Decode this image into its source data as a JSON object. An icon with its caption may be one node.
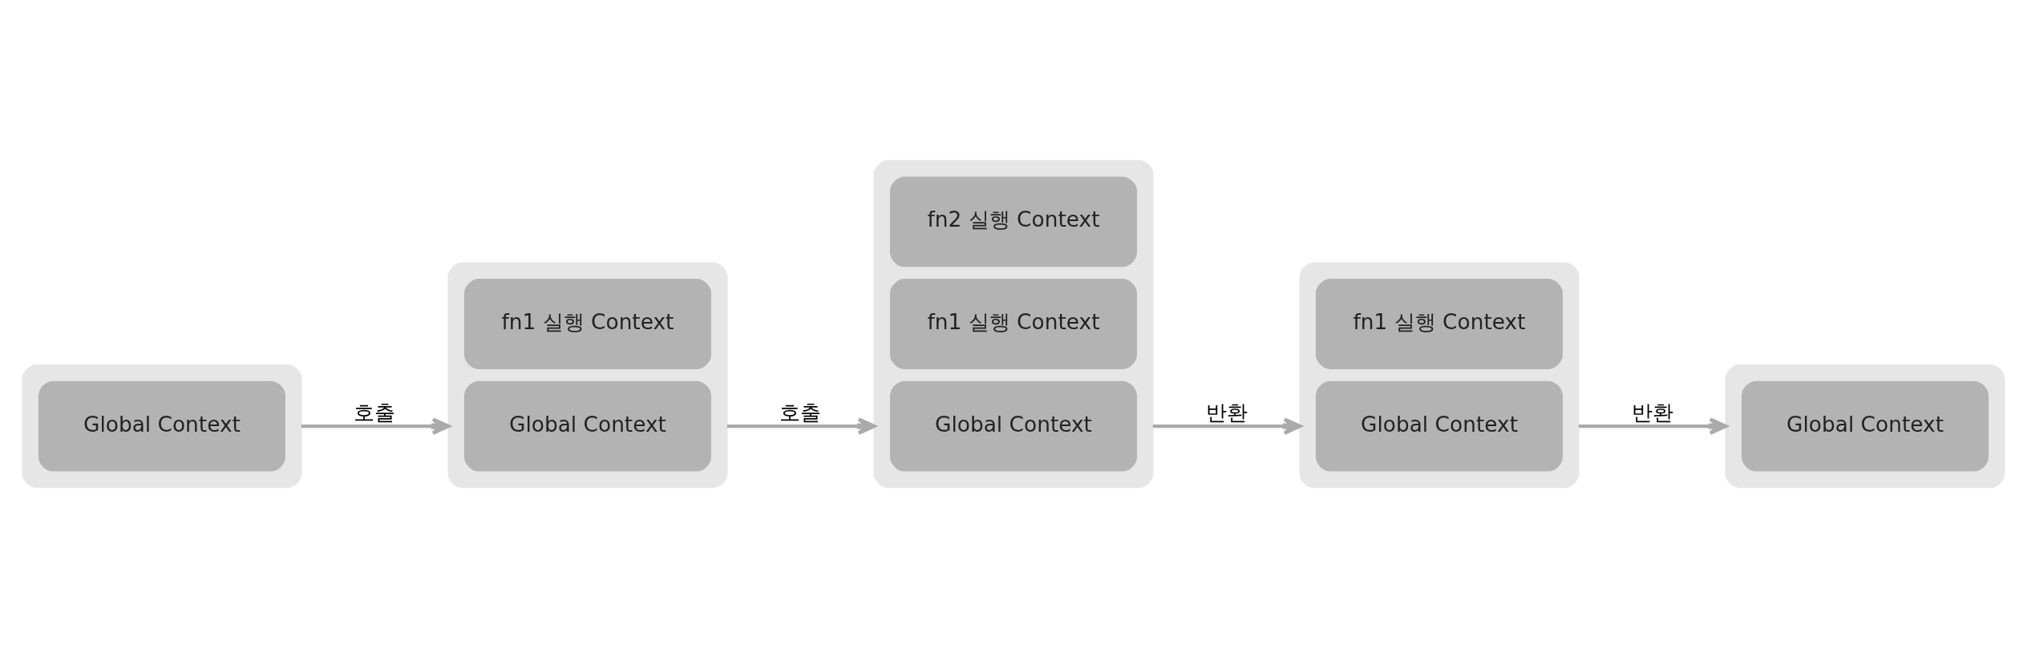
{
  "diagram": {
    "nodes": [
      {
        "text": [],
        "shape": "box"
      },
      {
        "text": [
          "Global Context"
        ],
        "in": 0
      },
      {
        "text": [],
        "shape": "box"
      },
      {
        "text": [
          "fn1 실행 Context"
        ],
        "in": 2
      },
      {
        "text": [
          "Global Context"
        ],
        "in": 2
      },
      {
        "text": [],
        "shape": "box"
      },
      {
        "text": [
          "fn2 실행 Context"
        ],
        "in": 5
      },
      {
        "text": [
          "fn1 실행 Context"
        ],
        "in": 5
      },
      {
        "text": [
          "Global Context"
        ],
        "in": 5
      },
      {
        "text": [],
        "shape": "box"
      },
      {
        "text": [
          "fn1 실행 Context"
        ],
        "in": 9
      },
      {
        "text": [
          "Global Context"
        ],
        "in": 9
      },
      {
        "text": [],
        "shape": "box"
      },
      {
        "text": [
          "Global Context"
        ],
        "in": 12
      }
    ],
    "edges": [
      {
        "from": 0,
        "to": 2,
        "arrow": "to",
        "label": "호출"
      },
      {
        "from": 2,
        "to": 5,
        "arrow": "to",
        "label": "호출"
      },
      {
        "from": 5,
        "to": 9,
        "arrow": "to",
        "label": "반환"
      },
      {
        "from": 9,
        "to": 12,
        "arrow": "to",
        "label": "반환"
      }
    ]
  }
}
